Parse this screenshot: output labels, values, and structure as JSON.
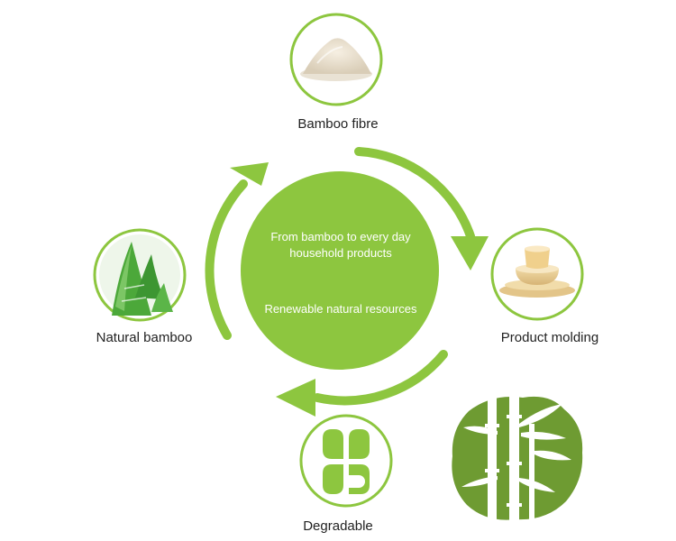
{
  "center": {
    "line1": "From bamboo to every day",
    "line2": "household products",
    "line3": "Renewable natural resources"
  },
  "nodes": {
    "bamboo_fibre": "Bamboo fibre",
    "product_molding": "Product molding",
    "degradable": "Degradable",
    "natural_bamboo": "Natural bamboo"
  },
  "colors": {
    "green": "#8dc63f",
    "dark_green": "#6e9b32",
    "leaf_green": "#4ca83a",
    "text": "#222222"
  },
  "icons": {
    "fibre": "powder-pile-icon",
    "molding": "bowl-stack-icon",
    "degradable": "leaf-clover-icon",
    "natural": "bamboo-shoot-icon",
    "decoration": "bamboo-stalks-icon"
  }
}
